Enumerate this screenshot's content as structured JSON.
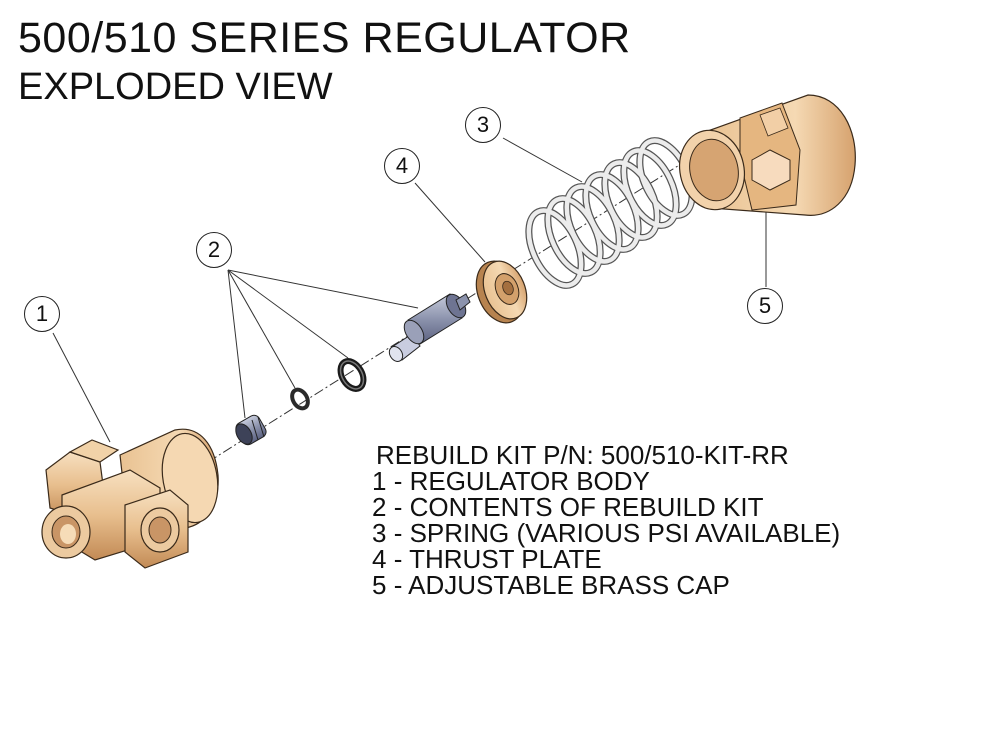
{
  "header": {
    "title": "500/510 SERIES REGULATOR",
    "subtitle": "EXPLODED VIEW"
  },
  "callouts": [
    "1",
    "2",
    "3",
    "4",
    "5"
  ],
  "kit": {
    "heading": "REBUILD KIT P/N: 500/510-KIT-RR",
    "items": [
      {
        "num": "1",
        "sep": " - ",
        "label": "REGULATOR BODY"
      },
      {
        "num": "2",
        "sep": " - ",
        "label": "CONTENTS OF REBUILD KIT"
      },
      {
        "num": "3",
        "sep": " - ",
        "label": "SPRING (VARIOUS PSI AVAILABLE)"
      },
      {
        "num": "4",
        "sep": " - ",
        "label": "THRUST PLATE"
      },
      {
        "num": "5",
        "sep": " - ",
        "label": "ADJUSTABLE BRASS CAP"
      }
    ]
  },
  "colors": {
    "brass": "#e8c090",
    "brass_light": "#f6dcb8",
    "brass_dark": "#b07a48",
    "steel": "#8c93ad",
    "steel_dark": "#4a4f66",
    "spring": "#dddddd"
  }
}
